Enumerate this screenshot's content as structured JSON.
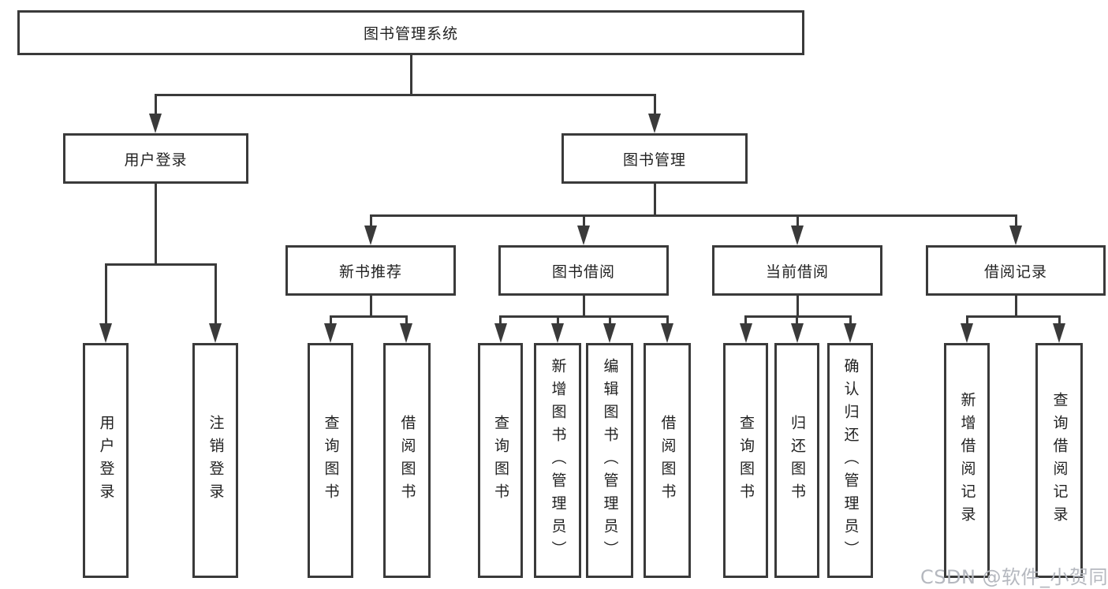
{
  "diagram": {
    "type": "hierarchy-tree",
    "root": {
      "label": "图书管理系统",
      "children": [
        {
          "label": "用户登录",
          "children": [
            {
              "label": "用户登录"
            },
            {
              "label": "注销登录"
            }
          ]
        },
        {
          "label": "图书管理",
          "children": [
            {
              "label": "新书推荐",
              "children": [
                {
                  "label": "查询图书"
                },
                {
                  "label": "借阅图书"
                }
              ]
            },
            {
              "label": "图书借阅",
              "children": [
                {
                  "label": "查询图书"
                },
                {
                  "label": "新增图书（管理员）"
                },
                {
                  "label": "编辑图书（管理员）"
                },
                {
                  "label": "借阅图书"
                }
              ]
            },
            {
              "label": "当前借阅",
              "children": [
                {
                  "label": "查询图书"
                },
                {
                  "label": "归还图书"
                },
                {
                  "label": "确认归还（管理员）"
                }
              ]
            },
            {
              "label": "借阅记录",
              "children": [
                {
                  "label": "新增借阅记录"
                },
                {
                  "label": "查询借阅记录"
                }
              ]
            }
          ]
        }
      ]
    }
  },
  "watermark": {
    "text": "CSDN @软件_小贺同学"
  },
  "colors": {
    "line": "#3a3a3a",
    "text": "#222222",
    "box-bg": "#ffffff",
    "watermark": "#b5b8bf",
    "background": "#ffffff"
  }
}
